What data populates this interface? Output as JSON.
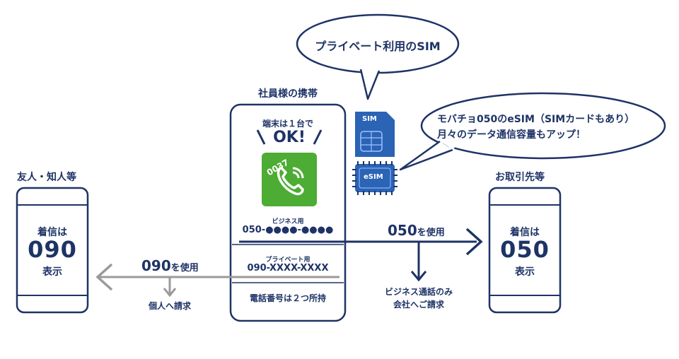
{
  "title_center_phone": "社員様の携帯",
  "left_device": {
    "heading": "友人・知人等",
    "line1": "着信は",
    "number": "090",
    "line3": "表示"
  },
  "right_device": {
    "heading": "お取引先等",
    "line1": "着信は",
    "number": "050",
    "line3": "表示"
  },
  "center_phone": {
    "top_caption": "端末は１台で",
    "ok_text": "OK!",
    "app_badge": "0037",
    "business_label": "ビジネス用",
    "business_number": "050-●●●●-●●●●",
    "private_label": "プライベート用",
    "private_number": "090-XXXX-XXXX",
    "bottom_caption": "電話番号は２つ所持"
  },
  "route_left": {
    "number": "090",
    "suffix": "を使用",
    "note": "個人へ請求"
  },
  "route_right": {
    "number": "050",
    "suffix": "を使用",
    "note_line1": "ビジネス通話のみ",
    "note_line2": "会社へご請求"
  },
  "bubble_top": {
    "text": "プライベート利用のSIM"
  },
  "bubble_right": {
    "line1": "モバチョ050のeSIM（SIMカードもあり）",
    "line2": "月々のデータ通信容量もアップ！"
  },
  "sim_card": {
    "label": "SIM"
  },
  "esim_chip": {
    "label": "eSIM"
  },
  "colors": {
    "navy": "#1e3366",
    "green": "#4cac33",
    "gray": "#9a9a9a",
    "blue_sim": "#2b63b5"
  }
}
